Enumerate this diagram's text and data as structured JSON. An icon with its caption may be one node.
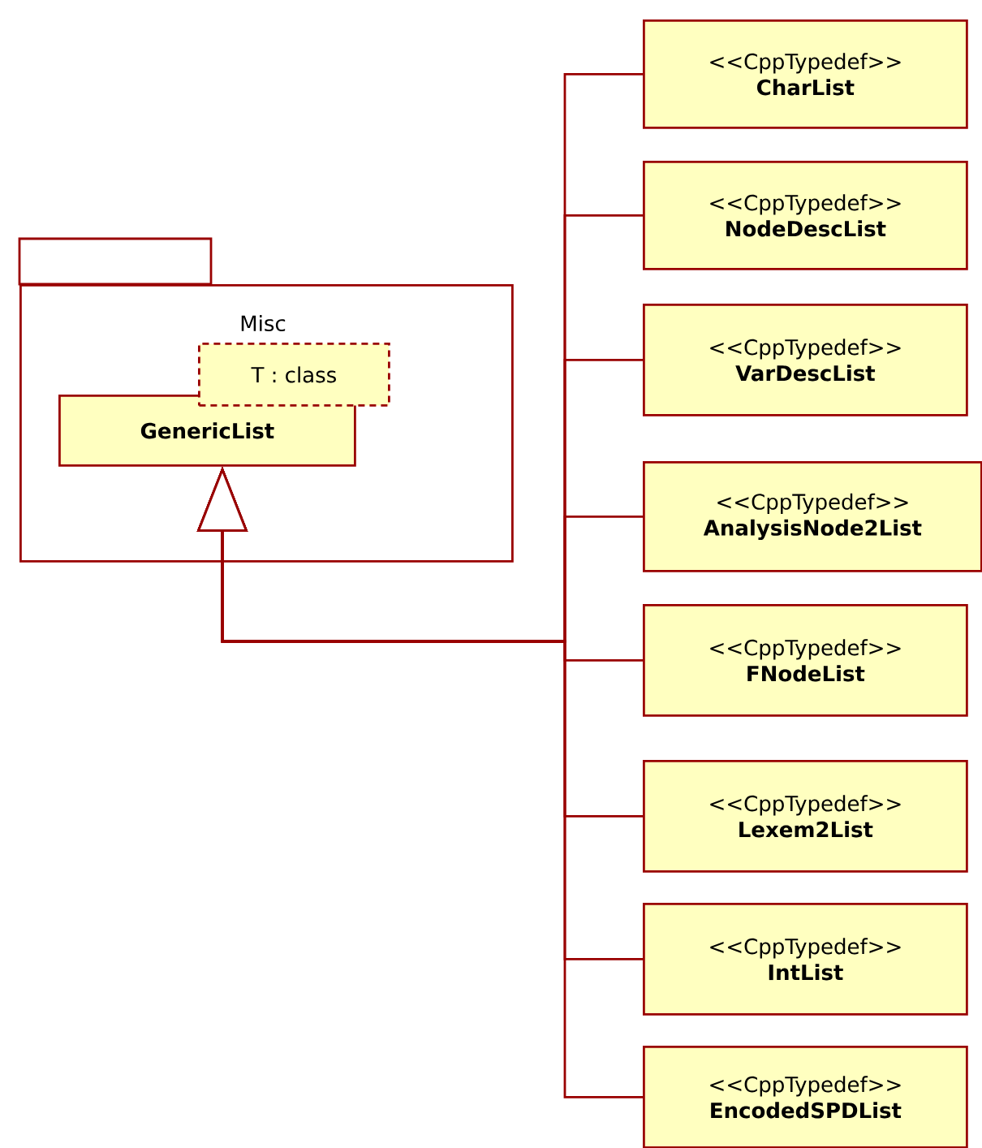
{
  "diagram": {
    "nodes": [
      {
        "text": [
          "Misc"
        ]
      },
      {
        "text": [
          "T : class"
        ],
        "in": 0
      },
      {
        "text": [
          "GenericList"
        ],
        "in": 0
      },
      {
        "text": [
          "<<CppTypedef>>",
          "CharList"
        ]
      },
      {
        "text": [
          "<<CppTypedef>>",
          "NodeDescList"
        ]
      },
      {
        "text": [
          "<<CppTypedef>>",
          "VarDescList"
        ]
      },
      {
        "text": [
          "<<CppTypedef>>",
          "AnalysisNode2List"
        ]
      },
      {
        "text": [
          "<<CppTypedef>>",
          "FNodeList"
        ]
      },
      {
        "text": [
          "<<CppTypedef>>",
          "Lexem2List"
        ]
      },
      {
        "text": [
          "<<CppTypedef>>",
          "IntList"
        ]
      },
      {
        "text": [
          "<<CppTypedef>>",
          "EncodedSPDList"
        ]
      }
    ],
    "edges": [
      {
        "from": 3,
        "to": 2,
        "arrow": "to"
      },
      {
        "from": 4,
        "to": 2,
        "arrow": "to"
      },
      {
        "from": 5,
        "to": 2,
        "arrow": "to"
      },
      {
        "from": 6,
        "to": 2,
        "arrow": "to"
      },
      {
        "from": 7,
        "to": 2,
        "arrow": "to"
      },
      {
        "from": 8,
        "to": 2,
        "arrow": "to"
      },
      {
        "from": 9,
        "to": 2,
        "arrow": "to"
      },
      {
        "from": 10,
        "to": 2,
        "arrow": "to"
      }
    ]
  }
}
